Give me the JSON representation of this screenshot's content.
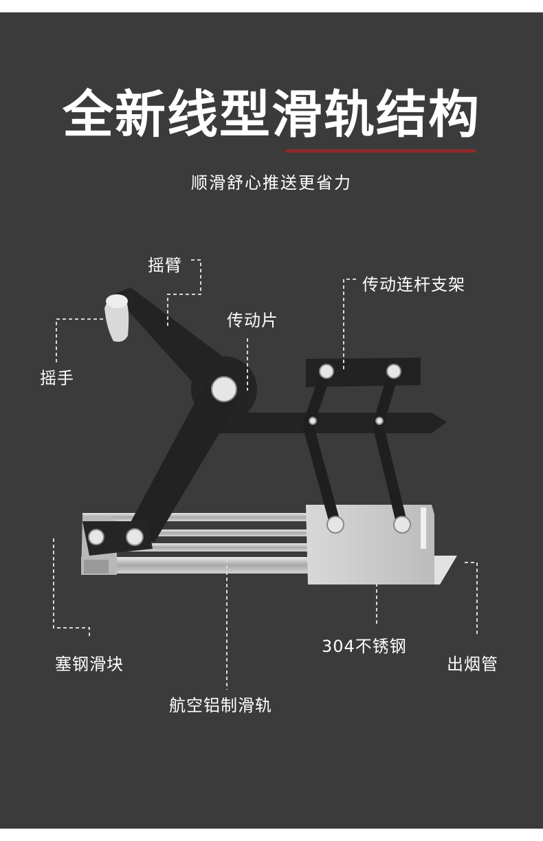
{
  "header": {
    "title": "全新线型滑轨结构",
    "subtitle": "顺滑舒心推送更省力"
  },
  "labels": {
    "rocker_arm": "摇臂",
    "handle": "摇手",
    "drive_plate": "传动片",
    "linkage_bracket": "传动连杆支架",
    "steel_slider": "塞钢滑块",
    "aluminum_rail": "航空铝制滑轨",
    "stainless_steel": "304不锈钢",
    "exhaust_pipe": "出烟管"
  },
  "colors": {
    "background": "#3b3b3b",
    "accent_underline": "#8c2a2a",
    "dark_parts": "#222222",
    "metal": "#c9c9c9"
  }
}
